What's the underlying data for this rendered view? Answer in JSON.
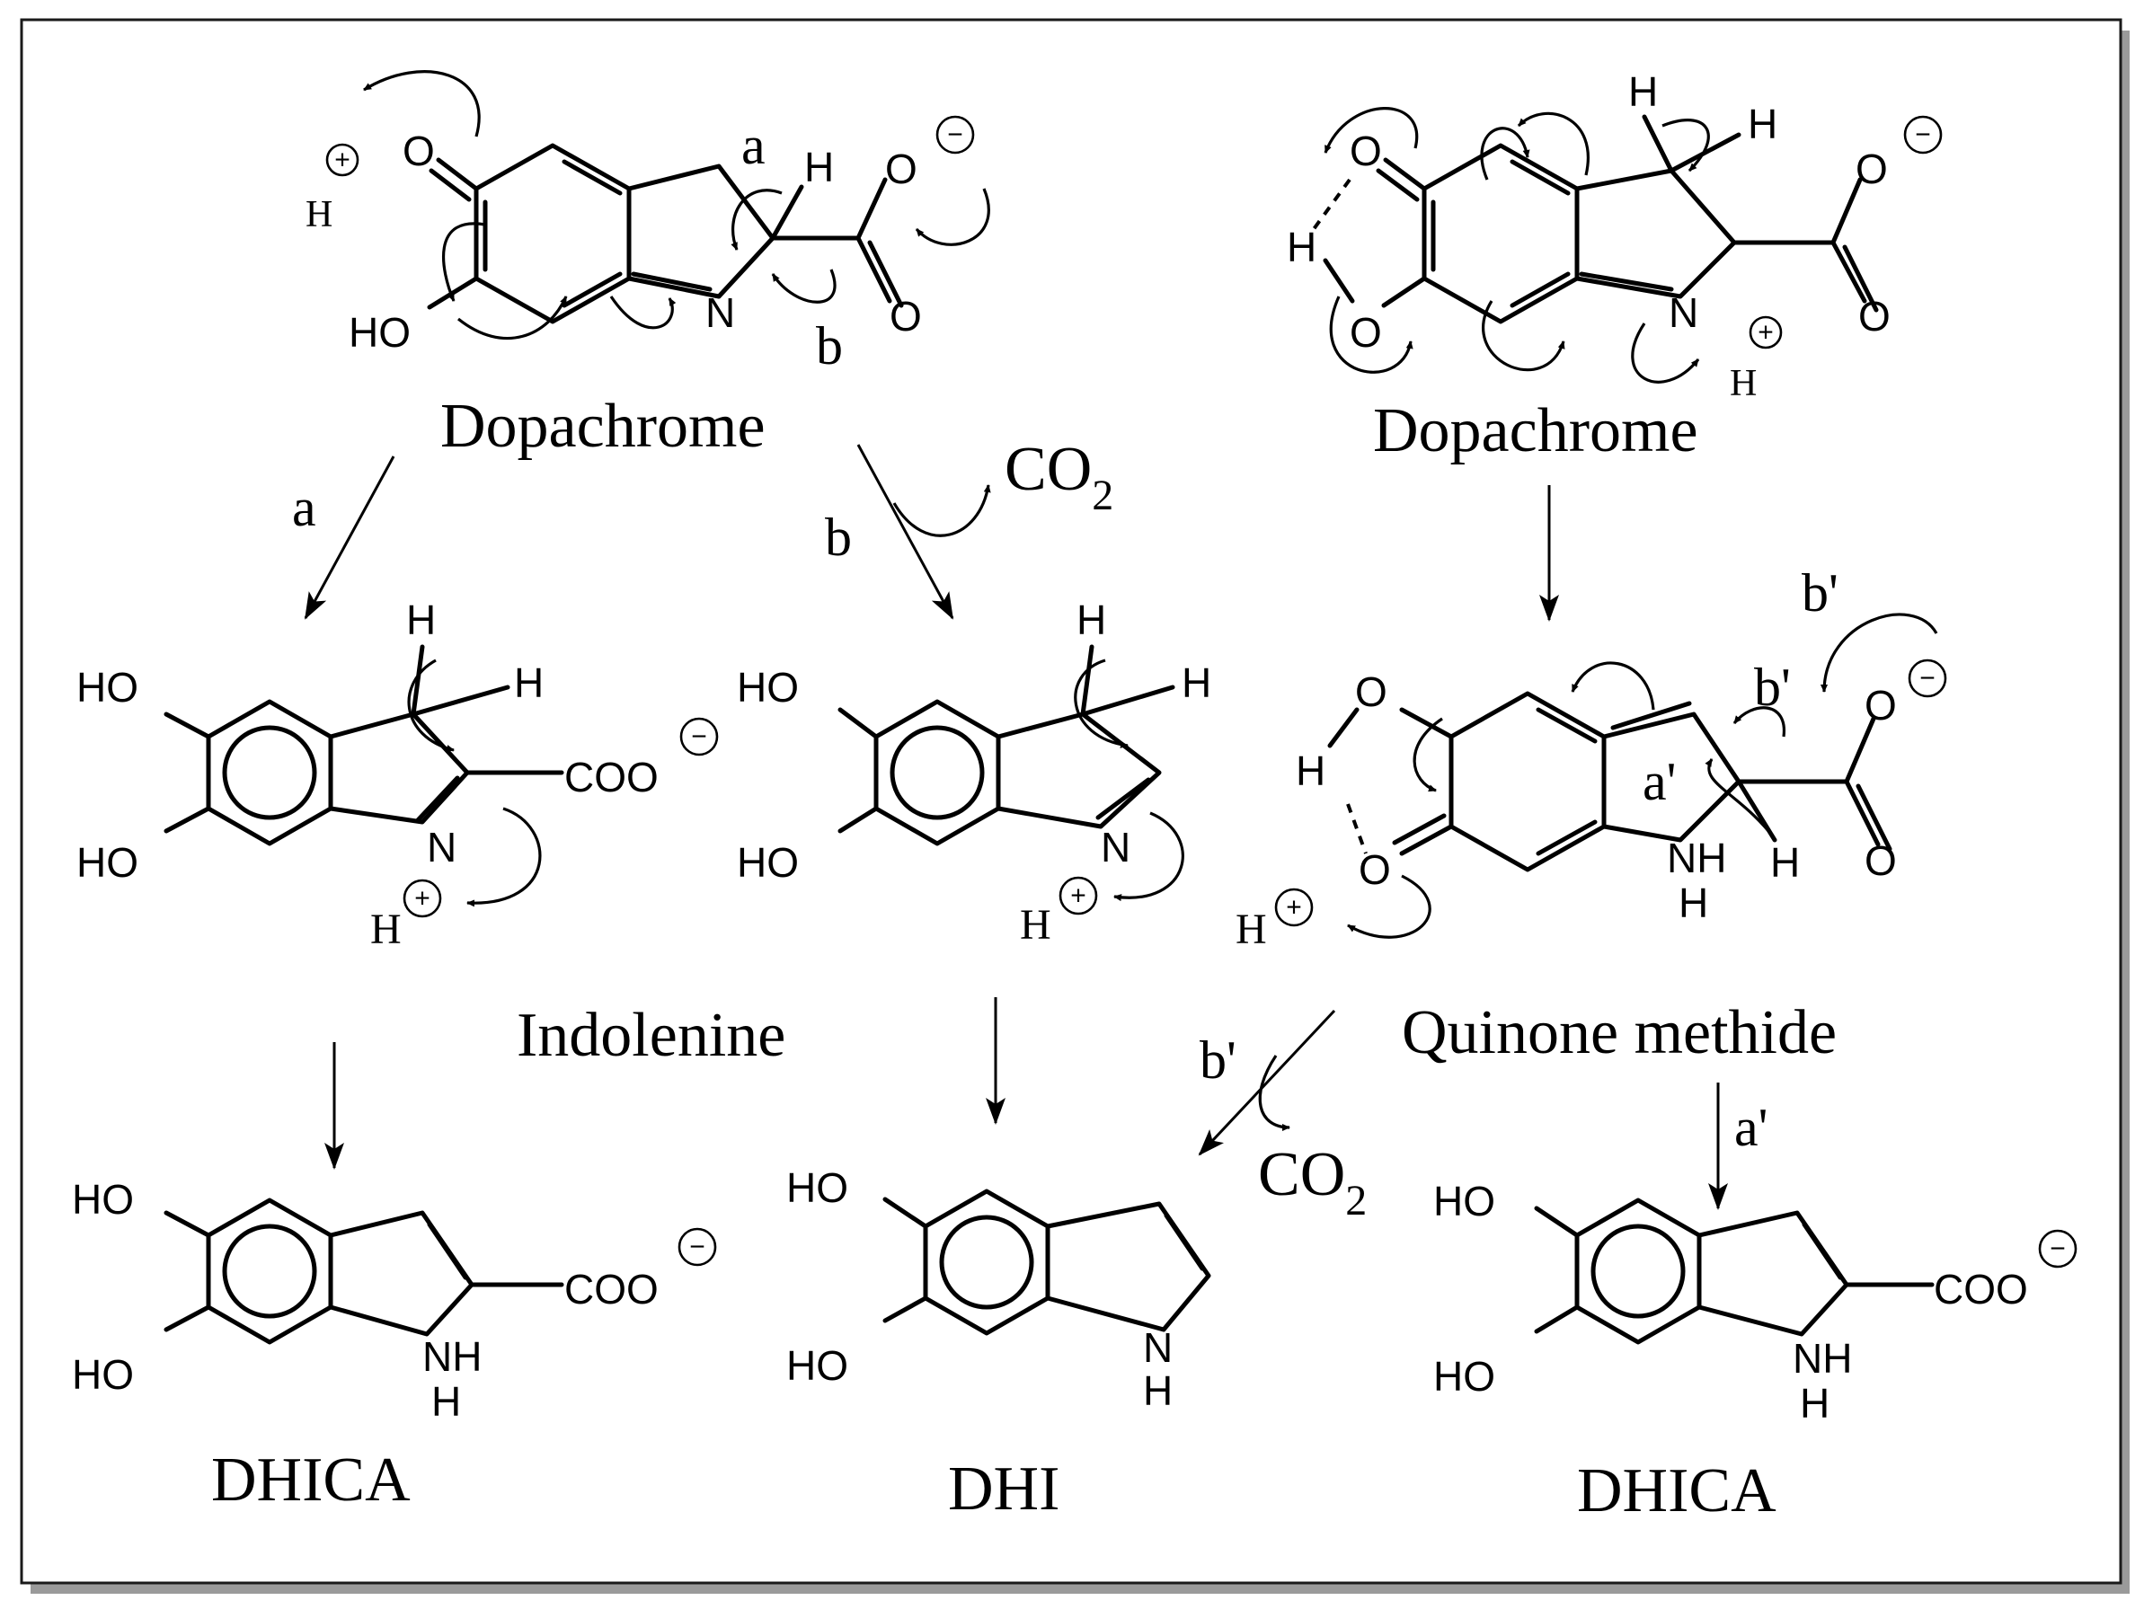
{
  "compounds": {
    "dopachrome_left": "Dopachrome",
    "dopachrome_right": "Dopachrome",
    "indolenine": "Indolenine",
    "quinone_methide": "Quinone methide",
    "dhica_left": "DHICA",
    "dhi": "DHI",
    "dhica_right": "DHICA"
  },
  "pathway_labels": {
    "a": "a",
    "b": "b",
    "a_prime": "a'",
    "b_prime": "b'",
    "co2_main": "CO",
    "co2_sub": "2"
  },
  "atoms": {
    "O": "O",
    "N": "N",
    "H": "H",
    "HO": "HO",
    "NH": "NH",
    "COO": "COO"
  },
  "charges": {
    "plus": "+",
    "minus": "−"
  }
}
